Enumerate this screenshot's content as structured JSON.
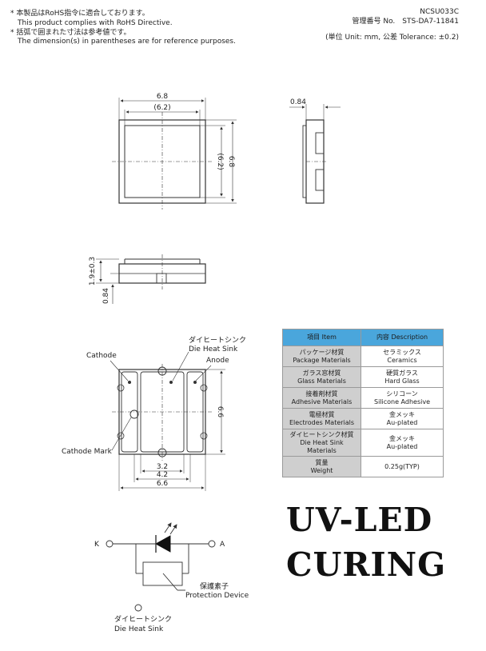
{
  "header": {
    "notes": [
      "* 本製品はRoHS指令に適合しております。",
      "This product complies with RoHS Directive.",
      "* 括弧で囲まれた寸法は参考値です。",
      "The dimension(s) in parentheses are for reference purposes."
    ],
    "model": "NCSU033C",
    "doc_number": "管理番号 No.　STS-DA7-11841",
    "units": "(単位 Unit: mm, 公差 Tolerance: ±0.2)"
  },
  "top_view": {
    "width": "6.8",
    "width_ref": "(6.2)",
    "height": "6.8",
    "height_ref": "(6.2)"
  },
  "side_view": {
    "thickness": "0.84"
  },
  "front_view": {
    "height": "1.9±0.3",
    "base": "0.84"
  },
  "bottom_view": {
    "die_heat_sink_label": "ダイヒートシンク",
    "die_heat_sink_label_en": "Die Heat Sink",
    "cathode": "Cathode",
    "anode": "Anode",
    "cathode_mark": "Cathode Mark",
    "height": "6.6",
    "dim_inner": "3.2",
    "dim_mid": "4.2",
    "dim_outer": "6.6"
  },
  "materials_table": {
    "headers": [
      "項目 Item",
      "内容 Description"
    ],
    "rows": [
      {
        "item": [
          "パッケージ材質",
          "Package Materials"
        ],
        "desc": [
          "セラミックス",
          "Ceramics"
        ]
      },
      {
        "item": [
          "ガラス窓材質",
          "Glass Materials"
        ],
        "desc": [
          "硬質ガラス",
          "Hard Glass"
        ]
      },
      {
        "item": [
          "接着剤材質",
          "Adhesive Materials"
        ],
        "desc": [
          "シリコーン",
          "Silicone Adhesive"
        ]
      },
      {
        "item": [
          "電極材質",
          "Electrodes Materials"
        ],
        "desc": [
          "金メッキ",
          "Au-plated"
        ]
      },
      {
        "item": [
          "ダイヒートシンク材質",
          "Die Heat Sink",
          "Materials"
        ],
        "desc": [
          "金メッキ",
          "Au-plated"
        ]
      },
      {
        "item": [
          "質量",
          "Weight"
        ],
        "desc": [
          "0.25g(TYP)"
        ]
      }
    ]
  },
  "circuit": {
    "k": "K",
    "a": "A",
    "protection_jp": "保護素子",
    "protection_en": "Protection Device",
    "heatsink_jp": "ダイヒートシンク",
    "heatsink_en": "Die Heat Sink"
  },
  "banner": {
    "line1": "UV-LED",
    "line2": "CURING"
  }
}
